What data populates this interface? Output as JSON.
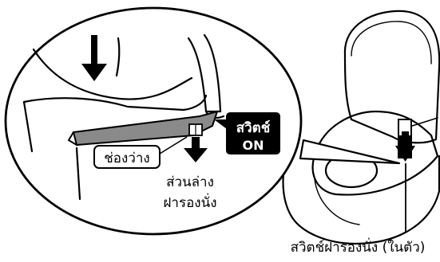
{
  "labels": {
    "gap": "ช่องว่าง",
    "seat_lower_line1": "ส่วนล่าง",
    "seat_lower_line2": "ฝารองนั่ง",
    "switch_title": "สวิตช์",
    "switch_state": "ON",
    "builtin_switch": "สวิตช์ฝารองนั่ง (ในตัว)"
  },
  "colors": {
    "ink": "#000000",
    "seat_gray": "#8a8a8a",
    "callout_bg": "#000000",
    "callout_text": "#ffffff",
    "page": "#ffffff"
  },
  "icons": [
    "down-arrow-icon",
    "switch-indicator-icon"
  ]
}
